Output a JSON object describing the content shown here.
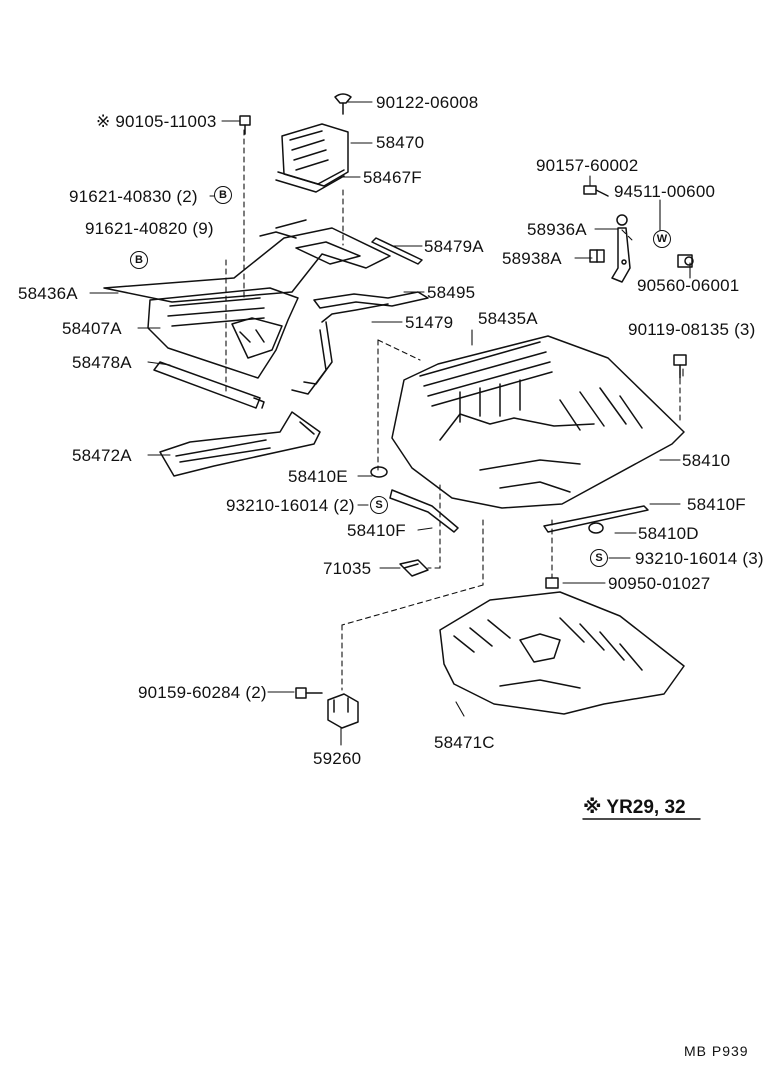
{
  "labels": {
    "p90105": "※ 90105-11003",
    "p90122": "90122-06008",
    "p58470": "58470",
    "p58467F": "58467F",
    "p90157": "90157-60002",
    "p94511": "94511-00600",
    "p58936A": "58936A",
    "p58938A": "58938A",
    "p90560": "90560-06001",
    "p91621_830": "91621-40830 (2)",
    "p91621_820": "91621-40820 (9)",
    "p58479A": "58479A",
    "p58436A": "58436A",
    "p58495": "58495",
    "p58407A": "58407A",
    "p51479": "51479",
    "p58435A": "58435A",
    "p90119": "90119-08135 (3)",
    "p58478A": "58478A",
    "p58410": "58410",
    "p58472A": "58472A",
    "p58410E": "58410E",
    "p93210_a": "93210-16014 (2)",
    "p58410F_a": "58410F",
    "p58410F_b": "58410F",
    "p58410D": "58410D",
    "p93210_b": "93210-16014 (3)",
    "p71035": "71035",
    "p90950": "90950-01027",
    "p90159": "90159-60284 (2)",
    "p58471C": "58471C",
    "p59260": "59260"
  },
  "symbols": {
    "B": "B",
    "S": "S",
    "W": "W"
  },
  "applicability_note": "※ YR29, 32",
  "footer_code": "MB  P939",
  "colors": {
    "ink": "#111111",
    "paper": "#ffffff"
  },
  "icons": [
    "bolt-icon",
    "clip-icon",
    "washer-icon",
    "nut-icon",
    "rivet-icon"
  ]
}
